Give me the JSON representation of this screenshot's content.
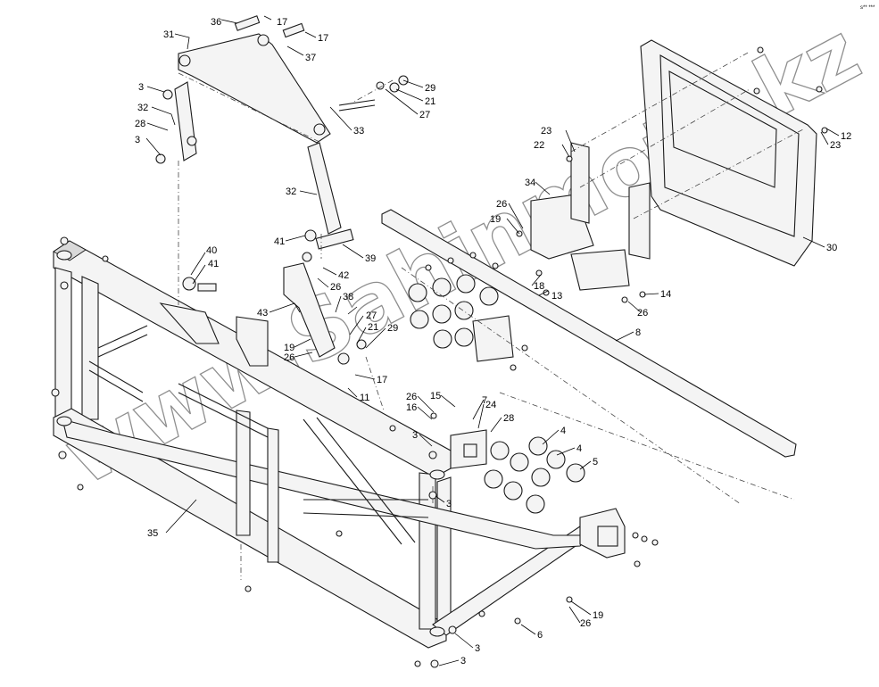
{
  "diagram": {
    "watermark": "www.Sahinmoto.kz",
    "corner_mark": "s** ***",
    "callouts": [
      {
        "id": "c36",
        "text": "36"
      },
      {
        "id": "c17a",
        "text": "17"
      },
      {
        "id": "c17b",
        "text": "17"
      },
      {
        "id": "c31",
        "text": "31"
      },
      {
        "id": "c37",
        "text": "37"
      },
      {
        "id": "c3a",
        "text": "3"
      },
      {
        "id": "c32a",
        "text": "32"
      },
      {
        "id": "c28a",
        "text": "28"
      },
      {
        "id": "c3b",
        "text": "3"
      },
      {
        "id": "c29a",
        "text": "29"
      },
      {
        "id": "c21a",
        "text": "21"
      },
      {
        "id": "c27a",
        "text": "27"
      },
      {
        "id": "c33",
        "text": "33"
      },
      {
        "id": "c32b",
        "text": "32"
      },
      {
        "id": "c41a",
        "text": "41"
      },
      {
        "id": "c39",
        "text": "39"
      },
      {
        "id": "c40",
        "text": "40"
      },
      {
        "id": "c41b",
        "text": "41"
      },
      {
        "id": "c42",
        "text": "42"
      },
      {
        "id": "c26a",
        "text": "26"
      },
      {
        "id": "c38",
        "text": "38"
      },
      {
        "id": "c43",
        "text": "43"
      },
      {
        "id": "c27b",
        "text": "27"
      },
      {
        "id": "c21b",
        "text": "21"
      },
      {
        "id": "c29b",
        "text": "29"
      },
      {
        "id": "c19a",
        "text": "19"
      },
      {
        "id": "c26b",
        "text": "26"
      },
      {
        "id": "c17c",
        "text": "17"
      },
      {
        "id": "c11",
        "text": "11"
      },
      {
        "id": "c26c",
        "text": "26"
      },
      {
        "id": "c16",
        "text": "16"
      },
      {
        "id": "c15",
        "text": "15"
      },
      {
        "id": "c7",
        "text": "7"
      },
      {
        "id": "c24",
        "text": "24"
      },
      {
        "id": "c28b",
        "text": "28"
      },
      {
        "id": "c3c",
        "text": "3"
      },
      {
        "id": "c4a",
        "text": "4"
      },
      {
        "id": "c4b",
        "text": "4"
      },
      {
        "id": "c5",
        "text": "5"
      },
      {
        "id": "c3d",
        "text": "3"
      },
      {
        "id": "c35",
        "text": "35"
      },
      {
        "id": "c19b",
        "text": "19"
      },
      {
        "id": "c26d",
        "text": "26"
      },
      {
        "id": "c6",
        "text": "6"
      },
      {
        "id": "c3e",
        "text": "3"
      },
      {
        "id": "c3f",
        "text": "3"
      },
      {
        "id": "c8",
        "text": "8"
      },
      {
        "id": "c23a",
        "text": "23"
      },
      {
        "id": "c22",
        "text": "22"
      },
      {
        "id": "c34",
        "text": "34"
      },
      {
        "id": "c26e",
        "text": "26"
      },
      {
        "id": "c19c",
        "text": "19"
      },
      {
        "id": "c18",
        "text": "18"
      },
      {
        "id": "c13",
        "text": "13"
      },
      {
        "id": "c26f",
        "text": "26"
      },
      {
        "id": "c14",
        "text": "14"
      },
      {
        "id": "c12",
        "text": "12"
      },
      {
        "id": "c23b",
        "text": "23"
      },
      {
        "id": "c30",
        "text": "30"
      }
    ]
  }
}
